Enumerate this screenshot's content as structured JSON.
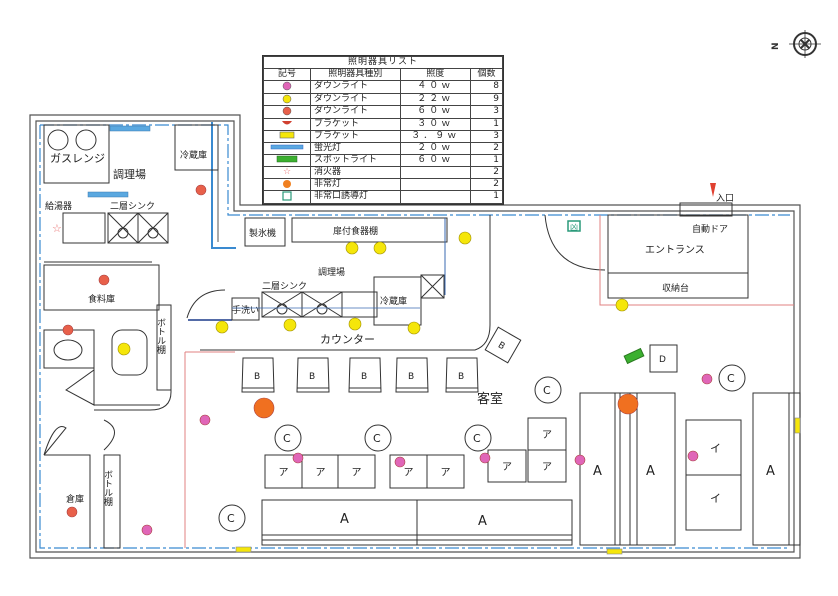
{
  "legend": {
    "title": "照明器具リスト",
    "headers": [
      "記号",
      "照明器具種別",
      "照度",
      "個数"
    ],
    "rows": [
      {
        "icon": "pink-downlight-icon",
        "color": "#e066b8",
        "type": "ダウンライト",
        "watt": "４０ｗ",
        "count": "8"
      },
      {
        "icon": "yellow-downlight-icon",
        "color": "#f5e60a",
        "type": "ダウンライト",
        "watt": "２２ｗ",
        "count": "9"
      },
      {
        "icon": "red-downlight-icon",
        "color": "#e8604a",
        "type": "ダウンライト",
        "watt": "６０ｗ",
        "count": "3"
      },
      {
        "icon": "bracket-icon",
        "color": "#d04030",
        "type": "ブラケット",
        "watt": "３０ｗ",
        "count": "1"
      },
      {
        "icon": "bracket-tube-icon",
        "color": "#f5e60a",
        "type": "ブラケット",
        "watt": "３．９ｗ",
        "count": "3"
      },
      {
        "icon": "fluorescent-icon",
        "color": "#5aa8e0",
        "type": "蛍光灯",
        "watt": "２０ｗ",
        "count": "2"
      },
      {
        "icon": "spotlight-icon",
        "color": "#3cb030",
        "type": "スポットライト",
        "watt": "６０ｗ",
        "count": "1"
      },
      {
        "icon": "extinguisher-star-icon",
        "color": "#e87070",
        "type": "消火器",
        "watt": "",
        "count": "2"
      },
      {
        "icon": "emergency-light-icon",
        "color": "#f08020",
        "type": "非常灯",
        "watt": "",
        "count": "2"
      },
      {
        "icon": "exit-sign-icon",
        "color": "#2a9a7a",
        "type": "非常口誘導灯",
        "watt": "",
        "count": "1"
      }
    ]
  },
  "compass": {
    "north_label": "N"
  },
  "rooms": {
    "kitchen_back": "調理場",
    "gas_range": "ガスレンジ",
    "fridge_back": "冷蔵庫",
    "water_heater": "給湯器",
    "double_sink_back": "二層シンク",
    "storage_food": "食料庫",
    "bottle_shelf_upper": "ボトル棚",
    "ice_machine": "製氷機",
    "cupboard": "扉付食器棚",
    "kitchen_front": "調理場",
    "double_sink_front": "二層シンク",
    "hand_wash": "手洗い",
    "fridge_front": "冷蔵庫",
    "counter": "カウンター",
    "guest_room": "客室",
    "entrance": "エントランス",
    "auto_door": "自動ドア",
    "entry": "入口",
    "storage_stand": "収納台",
    "warehouse": "倉庫",
    "bottle_shelf_lower": "ボトル棚"
  },
  "furniture": {
    "stool": "B",
    "round_table": "C",
    "sofa": "A",
    "small_table": "ア",
    "table_i": "イ",
    "table_d": "D"
  }
}
